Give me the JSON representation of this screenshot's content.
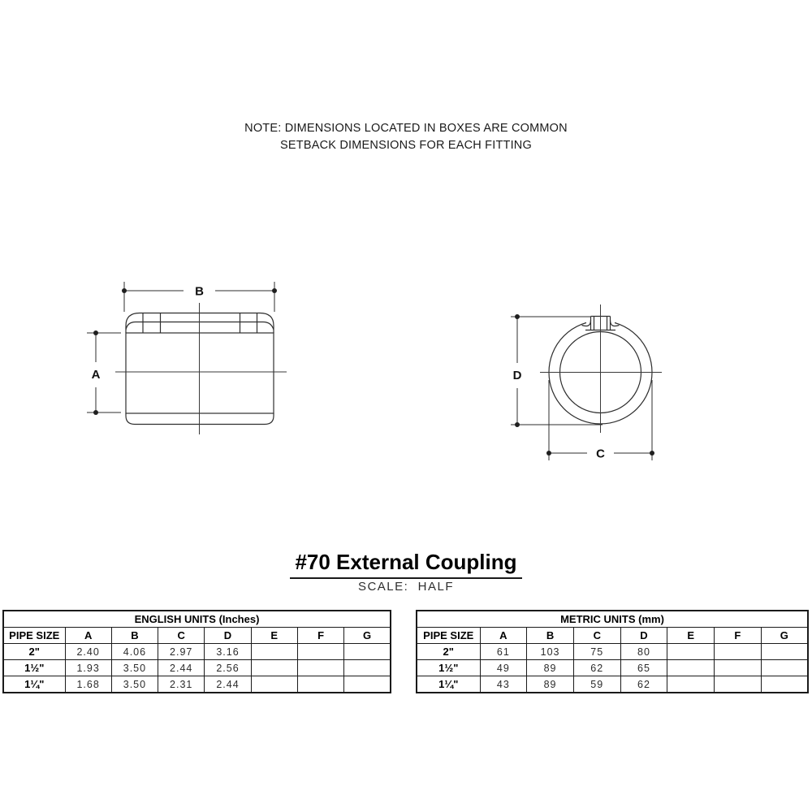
{
  "note": {
    "line1": "NOTE: DIMENSIONS LOCATED IN BOXES ARE COMMON",
    "line2": "SETBACK DIMENSIONS FOR EACH FITTING"
  },
  "title": {
    "heading": "#70 External Coupling",
    "scale": "SCALE:  HALF"
  },
  "drawing": {
    "side_view": {
      "width_label": "B",
      "height_label": "A"
    },
    "end_view": {
      "height_label": "D",
      "width_label": "C"
    }
  },
  "tables": {
    "english": {
      "title": "ENGLISH UNITS (Inches)",
      "columns": [
        "PIPE SIZE",
        "A",
        "B",
        "C",
        "D",
        "E",
        "F",
        "G"
      ],
      "rows": [
        {
          "size": "2\"",
          "values": [
            "2.40",
            "4.06",
            "2.97",
            "3.16",
            "",
            "",
            ""
          ]
        },
        {
          "size": "1½\"",
          "values": [
            "1.93",
            "3.50",
            "2.44",
            "2.56",
            "",
            "",
            ""
          ]
        },
        {
          "size": "1¼\"",
          "values": [
            "1.68",
            "3.50",
            "2.31",
            "2.44",
            "",
            "",
            ""
          ]
        }
      ]
    },
    "metric": {
      "title": "METRIC UNITS (mm)",
      "columns": [
        "PIPE SIZE",
        "A",
        "B",
        "C",
        "D",
        "E",
        "F",
        "G"
      ],
      "rows": [
        {
          "size": "2\"",
          "values": [
            "61",
            "103",
            "75",
            "80",
            "",
            "",
            ""
          ]
        },
        {
          "size": "1½\"",
          "values": [
            "49",
            "89",
            "62",
            "65",
            "",
            "",
            ""
          ]
        },
        {
          "size": "1¼\"",
          "values": [
            "43",
            "89",
            "59",
            "62",
            "",
            "",
            ""
          ]
        }
      ]
    }
  }
}
